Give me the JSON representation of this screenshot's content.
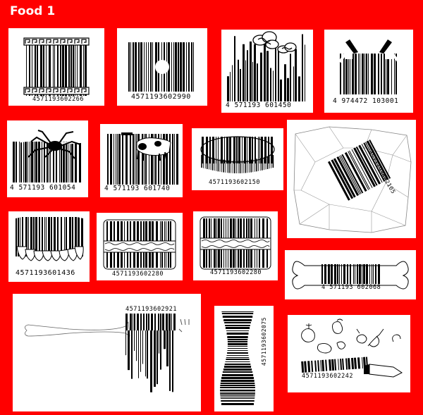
{
  "page": {
    "title": "Food 1",
    "background": "#ff0000"
  },
  "cards": [
    {
      "id": "greek-key",
      "number": "4571193602266"
    },
    {
      "id": "dot",
      "number": "4571193602990"
    },
    {
      "id": "city-clouds",
      "number": "4 571193 601450"
    },
    {
      "id": "apron",
      "number": "4 974472 103001"
    },
    {
      "id": "spider",
      "number": "4 571193 601054"
    },
    {
      "id": "cow",
      "number": "4 571193 601740"
    },
    {
      "id": "cake",
      "number": "4571193602150"
    },
    {
      "id": "paper-package",
      "number": "4571193602105"
    },
    {
      "id": "teeth",
      "number": "4571193601436"
    },
    {
      "id": "sandwich-1",
      "number": "4571193602280"
    },
    {
      "id": "sandwich-2",
      "number": "4571193602280"
    },
    {
      "id": "bone",
      "number": "4 571193 602068"
    },
    {
      "id": "fork",
      "number": "4571193602921"
    },
    {
      "id": "vase",
      "number": "4571193602075"
    },
    {
      "id": "vegetables-knife",
      "number": "4571193602242"
    }
  ]
}
